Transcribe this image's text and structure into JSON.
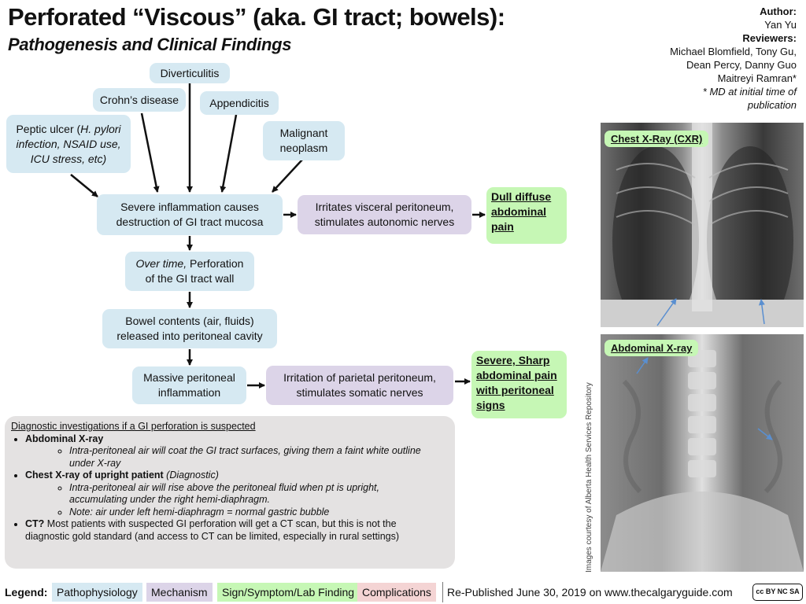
{
  "title": "Perforated “Viscous” (aka. GI tract; bowels):",
  "subtitle": "Pathogenesis and Clinical Findings",
  "credits": {
    "author_label": "Author:",
    "author": "Yan Yu",
    "reviewers_label": "Reviewers:",
    "reviewers_1": "Michael Blomfield, Tony Gu,",
    "reviewers_2": "Dean Percy, Danny Guo",
    "reviewers_3": "Maitreyi Ramran*",
    "note_1": "* MD at initial time of",
    "note_2": "publication"
  },
  "causes": {
    "diverticulitis": "Diverticulitis",
    "crohns": "Crohn’s disease",
    "appendicitis": "Appendicitis",
    "peptic_main": "Peptic ulcer (",
    "peptic_italic_1": "H. pylori",
    "peptic_italic_2": "infection, NSAID use,",
    "peptic_italic_3": "ICU stress, etc)",
    "malignant_1": "Malignant",
    "malignant_2": "neoplasm"
  },
  "flow": {
    "severe_1": "Severe inflammation causes",
    "severe_2": "destruction of GI tract mucosa",
    "perforation_italic": "Over time,",
    "perforation_1": " Perforation",
    "perforation_2": "of the GI tract wall",
    "contents_1": "Bowel contents (air, fluids)",
    "contents_2": "released into peritoneal cavity",
    "massive_1": "Massive peritoneal",
    "massive_2": "inflammation",
    "visceral_1": "Irritates visceral peritoneum,",
    "visceral_2": "stimulates autonomic nerves",
    "parietal_1": "Irritation of parietal peritoneum,",
    "parietal_2": "stimulates somatic nerves",
    "dull_1": "Dull diffuse",
    "dull_2": "abdominal",
    "dull_3": "pain",
    "sharp_1": "Severe, Sharp",
    "sharp_2": "abdominal pain",
    "sharp_3": "with peritoneal",
    "sharp_4": "signs"
  },
  "xray": {
    "chest_label": "Chest X-Ray (CXR)",
    "abdominal_label": "Abdominal X-ray",
    "courtesy": "Images courtesy of Alberta Health Services Repository"
  },
  "diagnostics": {
    "heading": "Diagnostic investigations if a GI perforation is suspected",
    "abd_title": "Abdominal X-ray",
    "abd_detail_1": "Intra-peritoneal air will coat the GI tract surfaces, giving them a faint white outline",
    "abd_detail_2": "under X-ray",
    "chest_title": "Chest X-ray of upright patient",
    "chest_title_italic": " (Diagnostic)",
    "chest_detail_1": "Intra-peritoneal air will rise above the peritoneal fluid when pt is upright,",
    "chest_detail_2": "accumulating under the right hemi-diaphragm.",
    "chest_note": "Note: air under left hemi-diaphragm = normal gastric bubble",
    "ct_title": "CT?",
    "ct_detail_1": " Most patients with suspected GI perforation will get a CT scan, but this is not the",
    "ct_detail_2": "diagnostic gold standard (and access to CT can be limited, especially in rural settings)"
  },
  "legend": {
    "label": "Legend:",
    "items": [
      "Pathophysiology",
      "Mechanism",
      "Sign/Symptom/Lab Finding",
      "Complications"
    ]
  },
  "footer": {
    "published": "Re-Published June 30, 2019 on www.thecalgaryguide.com",
    "license": "cc BY NC SA"
  },
  "colors": {
    "pathophysiology": "#d6e9f2",
    "mechanism": "#dcd4e8",
    "sign": "#c6f7b5",
    "complications": "#f4d4d4",
    "diagnostic_box": "#e4e2e2"
  }
}
